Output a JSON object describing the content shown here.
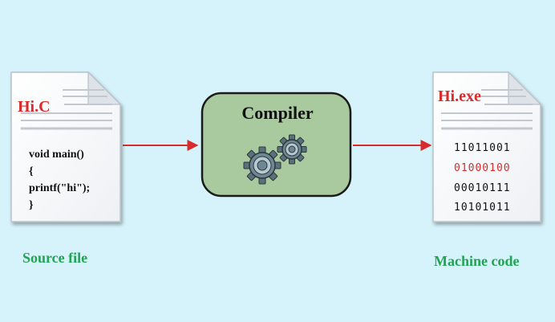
{
  "colors": {
    "background": "#d6f3fb",
    "accent_red": "#d92b2b",
    "caption_green": "#22a455",
    "compiler_fill": "#a9c99f",
    "text_dark": "#111111"
  },
  "source_file": {
    "title": "Hi.C",
    "code_lines": [
      "void main()",
      "{",
      "printf(\"hi\");",
      "}"
    ],
    "caption": "Source file",
    "icon": "document-icon"
  },
  "compiler": {
    "label": "Compiler",
    "icon": "gears-icon"
  },
  "output_file": {
    "title": "Hi.exe",
    "binary_lines": [
      "11011001",
      "01000100",
      "00010111",
      "10101011"
    ],
    "highlighted_line": 1,
    "caption": "Machine code",
    "icon": "document-icon"
  }
}
